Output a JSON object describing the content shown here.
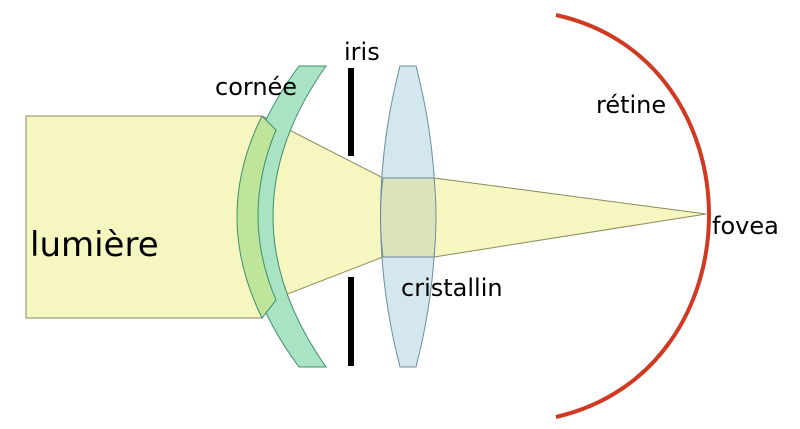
{
  "labels": {
    "light": "lumière",
    "cornea": "cornée",
    "iris": "iris",
    "lens": "cristallin",
    "retina": "rétine",
    "fovea": "fovea"
  },
  "colors": {
    "light_beam": "#f6f7c0",
    "beam_stroke": "#8a8a5a",
    "cornea": "#a8e3c4",
    "cornea_overlap": "#bfe59b",
    "cornea_stroke": "#3f8f6a",
    "lens": "#d4e6ee",
    "lens_overlap": "#dbe3bb",
    "lens_stroke": "#6a8fa0",
    "iris": "#000000",
    "retina": "#d03a22"
  }
}
